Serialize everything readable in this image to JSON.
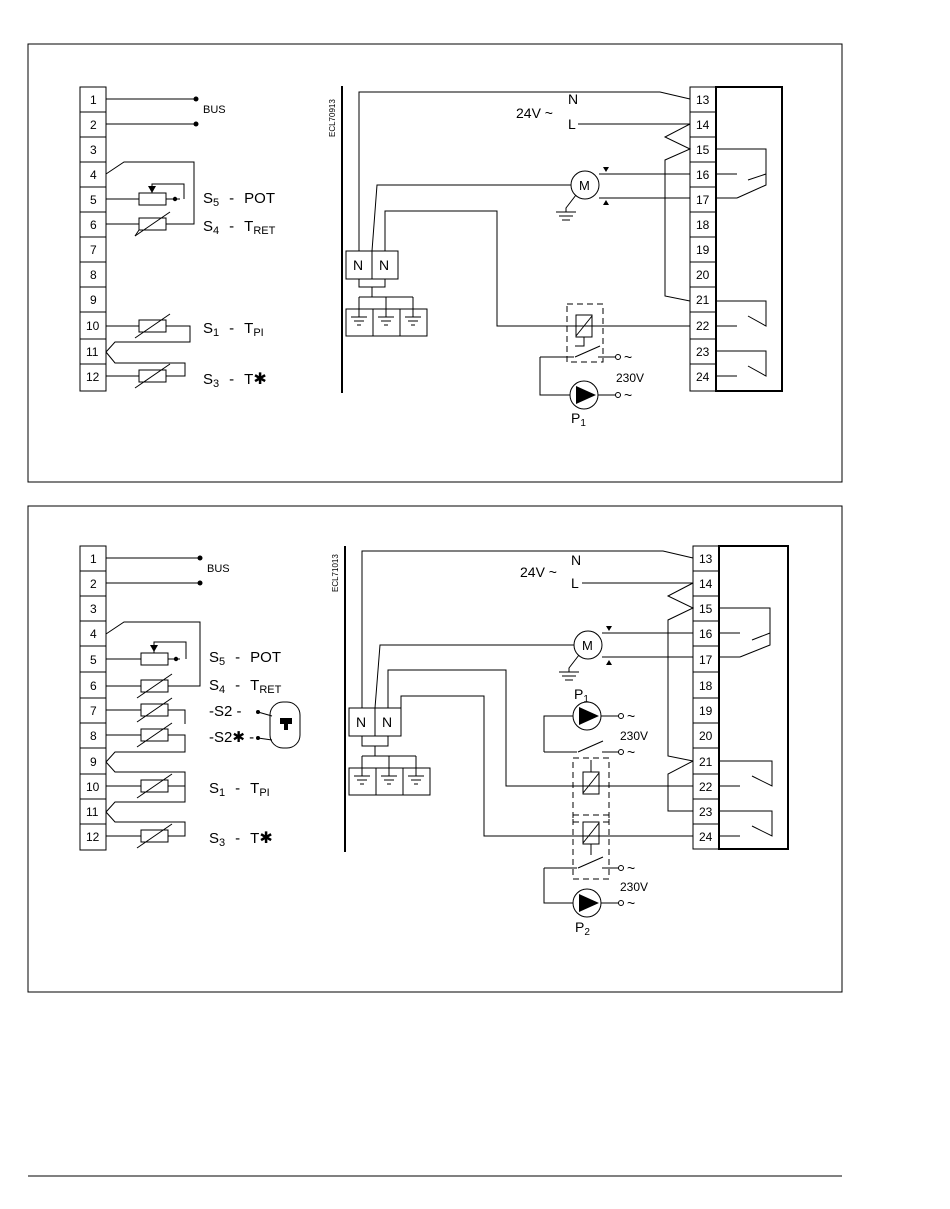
{
  "diagram1": {
    "code": "ECL70913",
    "left_terminals": [
      "1",
      "2",
      "3",
      "4",
      "5",
      "6",
      "7",
      "8",
      "9",
      "10",
      "11",
      "12"
    ],
    "right_terminals": [
      "13",
      "14",
      "15",
      "16",
      "17",
      "18",
      "19",
      "20",
      "21",
      "22",
      "23",
      "24"
    ],
    "bus_label": "BUS",
    "supply_label": "24V ~",
    "n_label": "N",
    "l_label": "L",
    "neutral_block": [
      "N",
      "N"
    ],
    "motor_label": "M",
    "pump_labels": [
      {
        "main": "P",
        "sub": "1"
      }
    ],
    "mains_label": "230V",
    "tilde": "~",
    "sensors": [
      {
        "s": "S",
        "sub": "5",
        "dash": "-",
        "name": "POT",
        "nsub": ""
      },
      {
        "s": "S",
        "sub": "4",
        "dash": "-",
        "name": "T",
        "nsub": "RET"
      },
      {
        "s": "S",
        "sub": "1",
        "dash": "-",
        "name": "T",
        "nsub": "PI"
      },
      {
        "s": "S",
        "sub": "3",
        "dash": "-",
        "name": "T",
        "nsub": "✱"
      }
    ]
  },
  "diagram2": {
    "code": "ECL71013",
    "left_terminals": [
      "1",
      "2",
      "3",
      "4",
      "5",
      "6",
      "7",
      "8",
      "9",
      "10",
      "11",
      "12"
    ],
    "right_terminals": [
      "13",
      "14",
      "15",
      "16",
      "17",
      "18",
      "19",
      "20",
      "21",
      "22",
      "23",
      "24"
    ],
    "bus_label": "BUS",
    "supply_label": "24V ~",
    "n_label": "N",
    "l_label": "L",
    "neutral_block": [
      "N",
      "N"
    ],
    "motor_label": "M",
    "pump_labels": [
      {
        "main": "P",
        "sub": "1"
      },
      {
        "main": "P",
        "sub": "2"
      }
    ],
    "mains_label": "230V",
    "tilde": "~",
    "sensors": [
      {
        "s": "S",
        "sub": "5",
        "dash": "-",
        "name": "POT",
        "nsub": ""
      },
      {
        "s": "S",
        "sub": "4",
        "dash": "-",
        "name": "T",
        "nsub": "RET"
      },
      {
        "s": "S",
        "sub": "1",
        "dash": "-",
        "name": "T",
        "nsub": "PI"
      },
      {
        "s": "S",
        "sub": "3",
        "dash": "-",
        "name": "T",
        "nsub": "✱"
      }
    ],
    "dhw_sensors": [
      "-S2 -",
      "-S2✱ -"
    ]
  }
}
